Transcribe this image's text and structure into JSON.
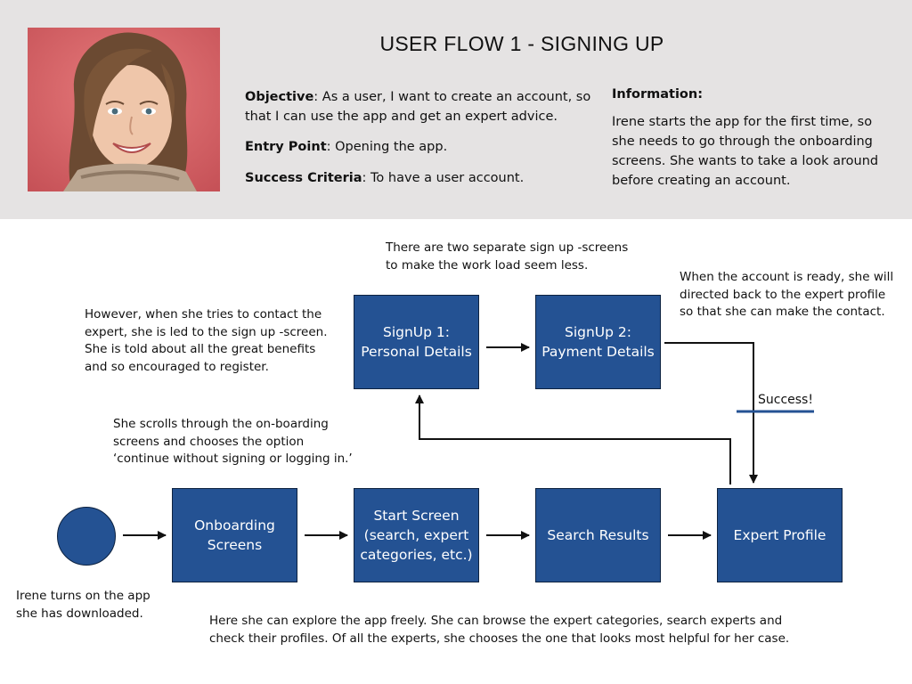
{
  "title": "USER FLOW 1 - SIGNING UP",
  "objective": {
    "label": "Objective",
    "text": ": As a user, I want to create an account, so that I can use the app and get an expert advice."
  },
  "entry_point": {
    "label": "Entry Point",
    "text": ": Opening the app."
  },
  "success_criteria": {
    "label": "Success Criteria",
    "text": ": To have a user account."
  },
  "information": {
    "label": "Information:",
    "text": "Irene starts the app for the first time, so she needs to go through the onboarding screens. She wants to take a look around before creating an account."
  },
  "nodes": {
    "onboarding": "Onboarding\nScreens",
    "start_screen": "Start Screen\n(search, expert\ncategories, etc.)",
    "search_results": "Search Results",
    "expert_profile": "Expert Profile",
    "signup1": "SignUp 1:\nPersonal Details",
    "signup2": "SignUp 2:\nPayment Details"
  },
  "notes": {
    "two_screens_1": "There are two separate sign up -screens",
    "two_screens_2": "to make the work load seem less.",
    "account_ready_1": "When the account is ready, she will",
    "account_ready_2": "directed back to the expert profile",
    "account_ready_3": "so that she can make the contact.",
    "contact_1": "However, when she tries to contact the",
    "contact_2": "expert, she is led to the sign up -screen.",
    "contact_3": "She is told about all the great benefits",
    "contact_4": "and so encouraged to register.",
    "scroll_1": "She scrolls through the on-boarding",
    "scroll_2": "screens and chooses the option",
    "scroll_3": "‘continue without signing or logging in.’",
    "irene_1": "Irene turns on the app",
    "irene_2": "she has downloaded.",
    "explore_1": "Here she can explore the app freely. She can browse the expert categories, search experts and",
    "explore_2": "check their profiles. Of all the experts, she chooses the one that looks most helpful for her case."
  },
  "success_label": "Success!",
  "colors": {
    "header_bg": "#e5e3e3",
    "node_fill": "#245293",
    "node_text": "#ffffff",
    "arrow": "#111111"
  }
}
